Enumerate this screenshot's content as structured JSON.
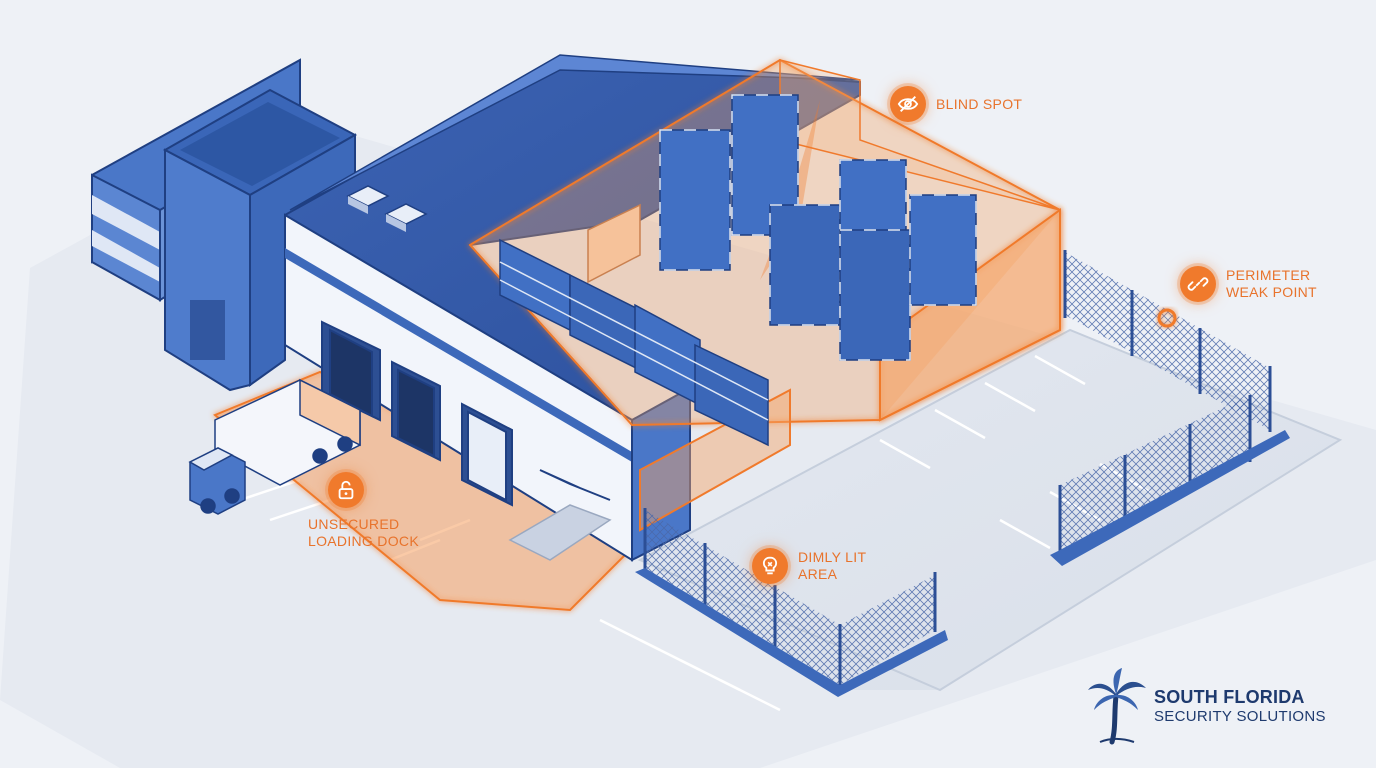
{
  "callouts": {
    "blind_spot": {
      "line1": "BLIND SPOT",
      "icon": "eye-slash-icon"
    },
    "perimeter": {
      "line1": "PERIMETER",
      "line2": "WEAK POINT",
      "icon": "broken-link-icon"
    },
    "loading_dock": {
      "line1": "UNSECURED",
      "line2": "LOADING DOCK",
      "icon": "unlocked-padlock-icon"
    },
    "dimly_lit": {
      "line1": "DIMLY LIT",
      "line2": "AREA",
      "icon": "lightbulb-x-icon"
    }
  },
  "brand": {
    "name": "SOUTH FLORIDA",
    "sub": "SECURITY SOLUTIONS",
    "icon": "palm-tree-icon"
  },
  "colors": {
    "building_blue": "#3f6fc4",
    "roof_blue": "#2f5aa8",
    "hazard_orange": "#f07a2c",
    "ground": "#eef1f6",
    "brand_navy": "#1e3a6e"
  }
}
